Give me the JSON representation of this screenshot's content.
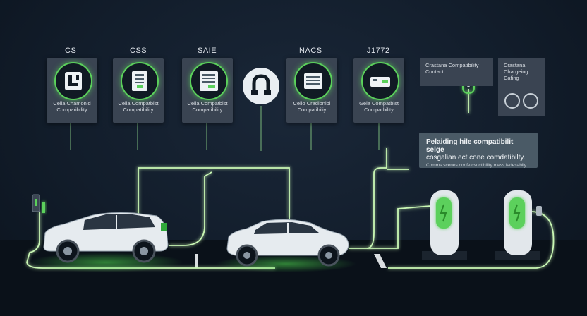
{
  "standards": [
    {
      "title": "CS",
      "icon": "type1-connector-icon",
      "caption": "Cella Chamonid Comparibility"
    },
    {
      "title": "CSS",
      "icon": "ccs-connector-icon",
      "caption": "Cella Compatbist Compatibility"
    },
    {
      "title": "SAIE",
      "icon": "sae-connector-icon",
      "caption": "Cella Compatbist Compatibility"
    },
    {
      "title": "NACS",
      "icon": "nacs-connector-icon",
      "caption": "Cello Cradionibl Compatibiliy"
    },
    {
      "title": "J1772",
      "icon": "j1772-connector-icon",
      "caption": "Gela Compatbist Comparbility"
    }
  ],
  "notes": {
    "plug_note": "Crastana Compatibility Contact",
    "side_note": "Crastana Chargeing Cafing"
  },
  "callout": {
    "line1": "Pelaiding hile compatibilit selge",
    "line2": "cosgalian ect cone comdatibilty.",
    "line3": "Comms scenes confe csuctibility mess ladesabily"
  },
  "colors": {
    "accent": "#5bd05b",
    "card": "#3a4452",
    "background": "#121d2b"
  }
}
